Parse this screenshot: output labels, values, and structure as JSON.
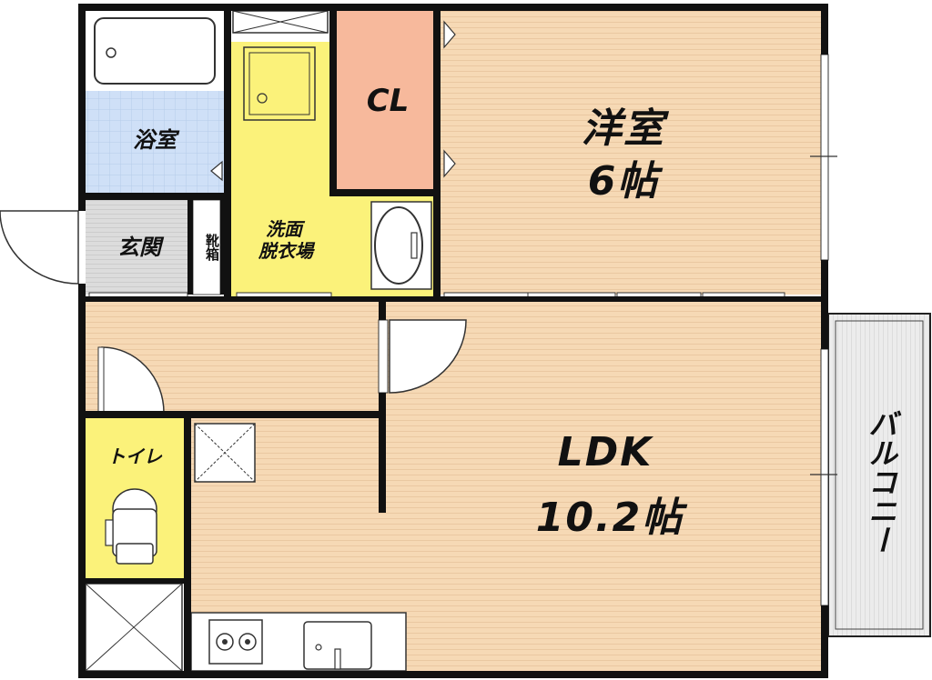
{
  "rooms": {
    "western_room": {
      "name": "洋室",
      "size": "6帖"
    },
    "ldk": {
      "name": "LDK",
      "size": "10.2帖"
    },
    "closet": {
      "name": "CL"
    },
    "bathroom": {
      "name": "浴室"
    },
    "washroom": {
      "name_line1": "洗面",
      "name_line2": "脱衣場"
    },
    "entrance": {
      "name": "玄関"
    },
    "shoe_box": {
      "name": "靴箱"
    },
    "toilet": {
      "name": "トイレ"
    },
    "balcony": {
      "name": "バルコニー"
    }
  },
  "colors": {
    "wall": "#111111",
    "wood_floor": "#f6d9b5",
    "bath_tile": "#cfe0f7",
    "wash_yellow": "#fbf27a",
    "closet_pink": "#f7b99c",
    "entrance_gray": "#dcdcdc",
    "balcony_gray": "#ececec"
  }
}
